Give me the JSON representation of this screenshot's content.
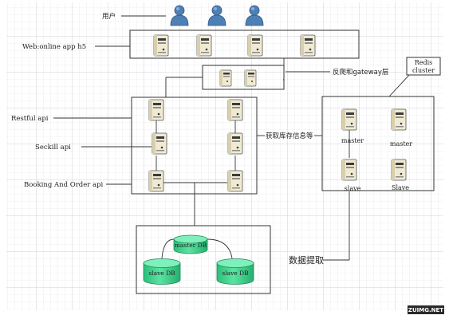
{
  "labels": {
    "users": "用户",
    "web": "Web:online app h5",
    "gateway": "反爬和gateway层",
    "restful": "Restful api",
    "seckill": "Seckill api",
    "booking": "Booking And Order api",
    "cache_info": "获取库存信息等",
    "redis_line1": "Redis",
    "redis_line2": "cluster",
    "data_fetch": "数据提取"
  },
  "redis_servers": {
    "master_left": "master",
    "master_right": "master",
    "slave_left": "slave",
    "slave_right": "Slave"
  },
  "databases": {
    "master": "master DB",
    "slave_left": "slave DB",
    "slave_right": "slave DB"
  },
  "watermark": "ZUIMG.NET",
  "colors": {
    "grid": "#d0d4da",
    "border": "#333333",
    "server_body": "#f1ead2",
    "server_dark": "#3a3a3a",
    "db_green": "#3fd68f",
    "user_blue": "#4e7fb5"
  },
  "icons": {
    "user": "user-icon",
    "server": "server-icon",
    "database": "database-icon"
  }
}
